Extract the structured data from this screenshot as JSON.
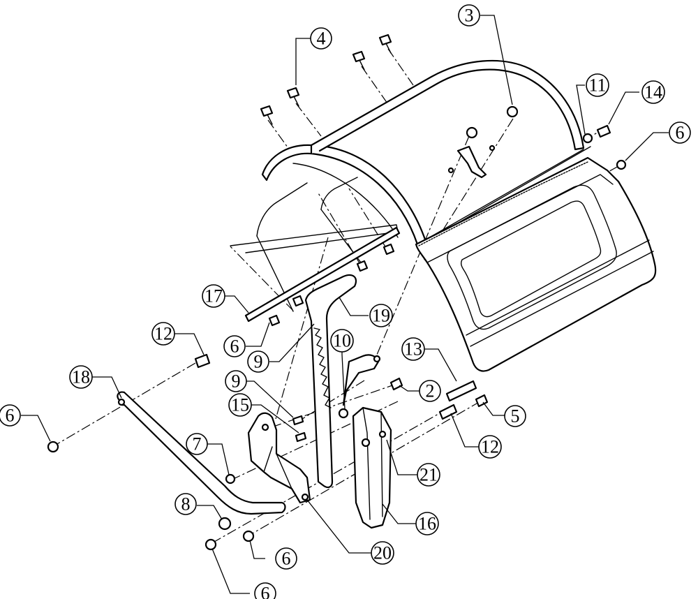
{
  "callouts": [
    {
      "id": "c2",
      "label": "2"
    },
    {
      "id": "c3",
      "label": "3"
    },
    {
      "id": "c4",
      "label": "4"
    },
    {
      "id": "c5",
      "label": "5"
    },
    {
      "id": "c6a",
      "label": "6"
    },
    {
      "id": "c6b",
      "label": "6"
    },
    {
      "id": "c6c",
      "label": "6"
    },
    {
      "id": "c6d",
      "label": "6"
    },
    {
      "id": "c6e",
      "label": "6"
    },
    {
      "id": "c7",
      "label": "7"
    },
    {
      "id": "c8",
      "label": "8"
    },
    {
      "id": "c9a",
      "label": "9"
    },
    {
      "id": "c9b",
      "label": "9"
    },
    {
      "id": "c10",
      "label": "10"
    },
    {
      "id": "c11",
      "label": "11"
    },
    {
      "id": "c12a",
      "label": "12"
    },
    {
      "id": "c12b",
      "label": "12"
    },
    {
      "id": "c13",
      "label": "13"
    },
    {
      "id": "c14",
      "label": "14"
    },
    {
      "id": "c15",
      "label": "15"
    },
    {
      "id": "c16",
      "label": "16"
    },
    {
      "id": "c17",
      "label": "17"
    },
    {
      "id": "c18",
      "label": "18"
    },
    {
      "id": "c19",
      "label": "19"
    },
    {
      "id": "c20",
      "label": "20"
    },
    {
      "id": "c21",
      "label": "21"
    }
  ]
}
